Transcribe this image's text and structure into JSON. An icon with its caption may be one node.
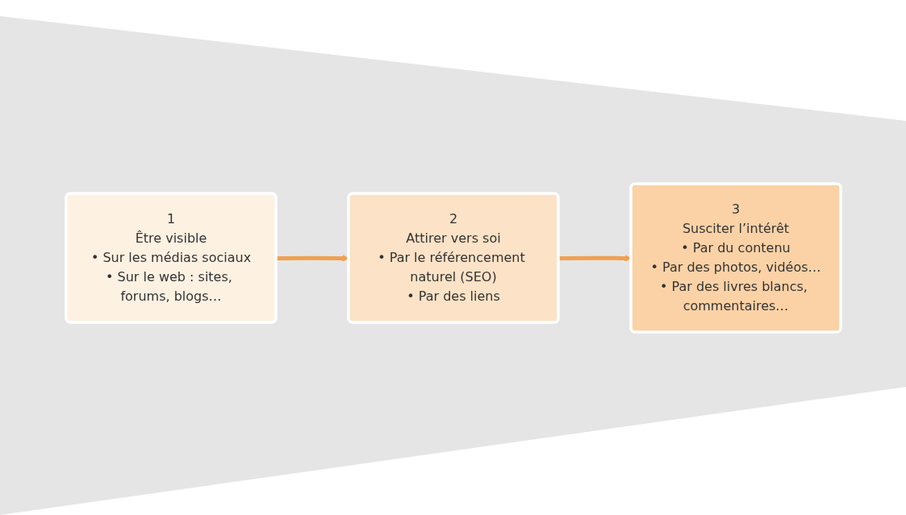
{
  "diagram": {
    "nodes": [
      {
        "text": [
          "1",
          "Être visible",
          "• Sur les médias sociaux",
          "• Sur le web : sites, forums, blogs…"
        ]
      },
      {
        "text": [
          "2",
          "Attirer vers soi",
          "• Par le référencement naturel (SEO)",
          "• Par des liens"
        ]
      },
      {
        "text": [
          "3",
          "Susciter l’intérêt",
          "• Par du contenu",
          "• Par des photos, vidéos…",
          "• Par des livres blancs, commentaires…"
        ]
      }
    ],
    "edges": [
      {
        "from": 0,
        "to": 1,
        "arrow": "to"
      },
      {
        "from": 1,
        "to": 2,
        "arrow": "to"
      }
    ]
  }
}
